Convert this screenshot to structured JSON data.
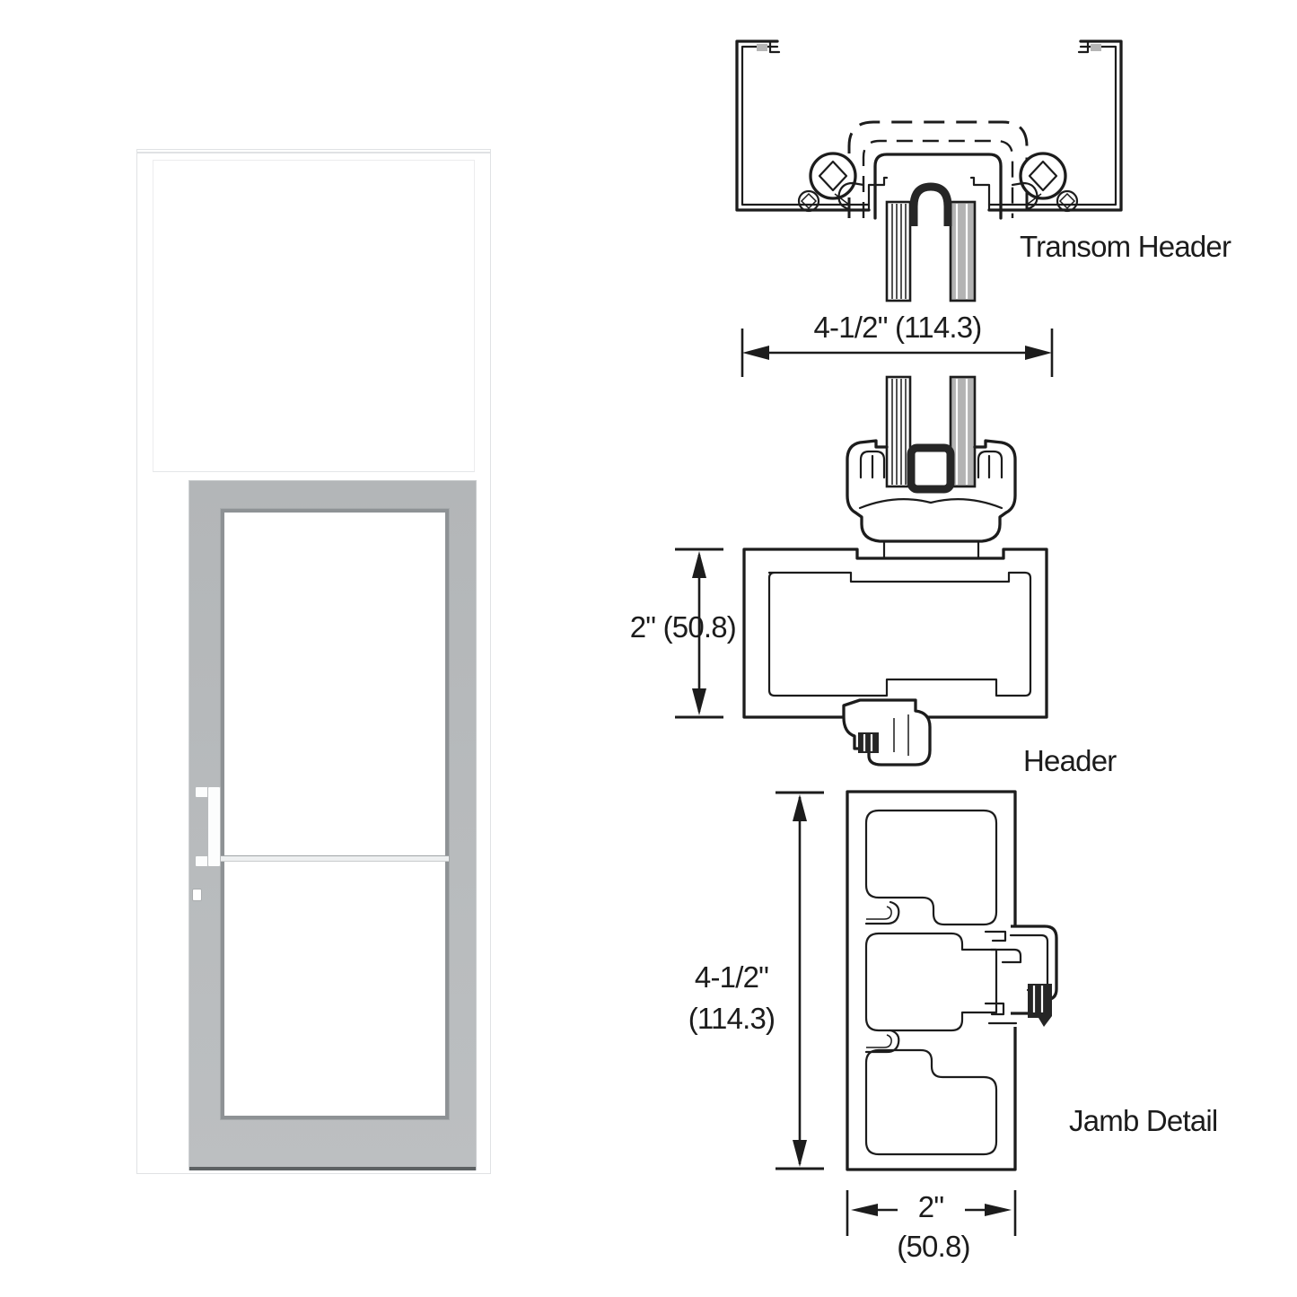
{
  "labels": {
    "transom_header": "Transom Header",
    "header": "Header",
    "jamb_detail": "Jamb Detail"
  },
  "dims": {
    "header_width": "4-1/2\" (114.3)",
    "header_height": "2\" (50.8)",
    "jamb_height_in": "4-1/2\"",
    "jamb_height_mm": "(114.3)",
    "jamb_width_in": "2\"",
    "jamb_width_mm": "(50.8)"
  },
  "colors": {
    "line": "#1c1c1c",
    "seal": "#262626",
    "glass_gray": "#b3b3b3",
    "door_gray": "#b3b6b8",
    "door_gray_light": "#bcbfc1",
    "bevel": "#8e9295",
    "door_bottom": "#5d6163",
    "frame_edge": "#e0e2e4"
  }
}
